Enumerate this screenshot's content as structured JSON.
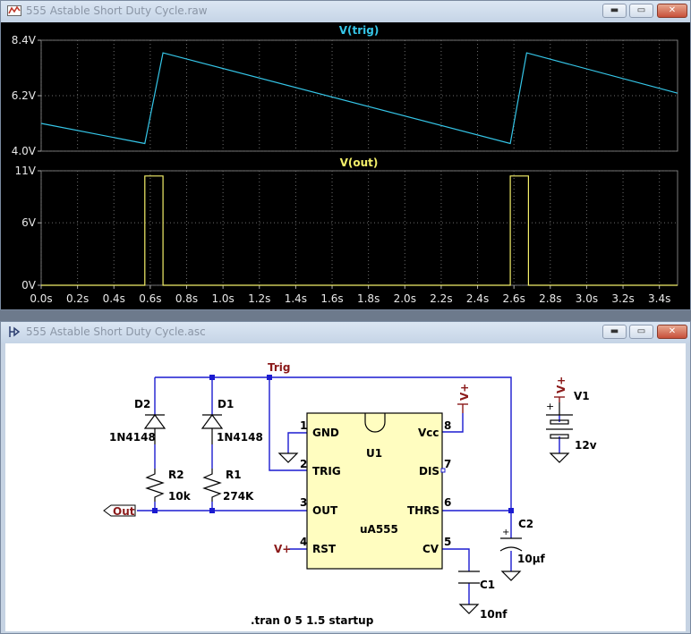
{
  "waveform_window": {
    "title": "555 Astable Short Duty Cycle.raw",
    "controls": {
      "minimize": "▬",
      "maximize": "▭",
      "close": "✕"
    }
  },
  "schematic_window": {
    "title": "555 Astable Short Duty Cycle.asc",
    "controls": {
      "minimize": "▬",
      "maximize": "▭",
      "close": "✕"
    }
  },
  "colors": {
    "trace_trig": "#35c6e8",
    "trace_out": "#f4f06a",
    "plot_bg": "#000000",
    "grid": "#6e6e6e",
    "chip_fill": "#fffdc0",
    "wire": "#1b1bd0",
    "net_label": "#8b1a1a"
  },
  "chart_data": [
    {
      "type": "line",
      "title": "V(trig)",
      "yticks": [
        "8.4V",
        "6.2V",
        "4.0V"
      ],
      "ylim": [
        4.0,
        8.4
      ],
      "xlim": [
        0.0,
        3.5
      ],
      "grid": true,
      "series": [
        {
          "name": "V(trig)",
          "x": [
            0.0,
            0.57,
            0.67,
            2.58,
            2.67,
            3.5
          ],
          "values": [
            5.1,
            4.3,
            7.9,
            4.3,
            7.9,
            6.3
          ]
        }
      ]
    },
    {
      "type": "line",
      "title": "V(out)",
      "yticks": [
        "11V",
        "6V",
        "0V"
      ],
      "ylim": [
        0,
        11
      ],
      "xlim": [
        0.0,
        3.5
      ],
      "grid": true,
      "xticks": [
        "0.0s",
        "0.2s",
        "0.4s",
        "0.6s",
        "0.8s",
        "1.0s",
        "1.2s",
        "1.4s",
        "1.6s",
        "1.8s",
        "2.0s",
        "2.2s",
        "2.4s",
        "2.6s",
        "2.8s",
        "3.0s",
        "3.2s",
        "3.4s"
      ],
      "series": [
        {
          "name": "V(out)",
          "x": [
            0.0,
            0.57,
            0.57,
            0.67,
            0.67,
            2.58,
            2.58,
            2.68,
            2.68,
            3.5
          ],
          "values": [
            0,
            0,
            10.5,
            10.5,
            0,
            0,
            10.5,
            10.5,
            0,
            0
          ]
        }
      ]
    }
  ],
  "schematic": {
    "net_trig": "Trig",
    "net_out": "Out",
    "vplus": "V+",
    "d2": {
      "ref": "D2",
      "value": "1N4148"
    },
    "d1": {
      "ref": "D1",
      "value": "1N4148"
    },
    "r2": {
      "ref": "R2",
      "value": "10k"
    },
    "r1": {
      "ref": "R1",
      "value": "274K"
    },
    "u1": {
      "ref": "U1",
      "value": "uA555",
      "pins_left": [
        {
          "num": "1",
          "name": "GND"
        },
        {
          "num": "2",
          "name": "TRIG"
        },
        {
          "num": "3",
          "name": "OUT"
        },
        {
          "num": "4",
          "name": "RST"
        }
      ],
      "pins_right": [
        {
          "num": "8",
          "name": "Vcc"
        },
        {
          "num": "7",
          "name": "DIS"
        },
        {
          "num": "6",
          "name": "THRS"
        },
        {
          "num": "5",
          "name": "CV"
        }
      ]
    },
    "c1": {
      "ref": "C1",
      "value": "10nf"
    },
    "c2": {
      "ref": "C2",
      "value": "10µf"
    },
    "v1": {
      "ref": "V1",
      "value": "12v"
    },
    "directive": ".tran 0 5 1.5 startup"
  }
}
